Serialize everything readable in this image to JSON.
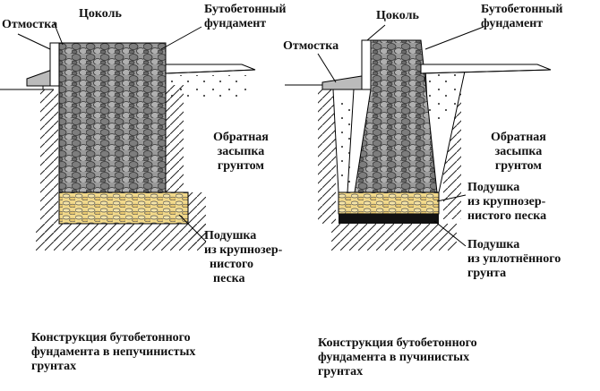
{
  "left": {
    "otmostka": "Отмостка",
    "tsokol": "Цоколь",
    "foundation": [
      "Бутобетонный",
      "фундамент"
    ],
    "backfill": [
      "Обратная",
      "засыпка",
      "грунтом"
    ],
    "sand_cushion": [
      "Подушка",
      "из крупнозер-",
      "нистого",
      "песка"
    ],
    "caption": [
      "Конструкция бутобетонного",
      "фундамента в непучинистых",
      "грунтах"
    ]
  },
  "right": {
    "tsokol": "Цоколь",
    "foundation": [
      "Бутобетонный",
      "фундамент"
    ],
    "otmostka": "Отмостка",
    "backfill": [
      "Обратная",
      "засыпка",
      "грунтом"
    ],
    "sand_cushion": [
      "Подушка",
      "из крупнозер-",
      "нистого песка"
    ],
    "soil_cushion": [
      "Подушка",
      "из уплотнённого",
      "грунта"
    ],
    "caption": [
      "Конструкция бутобетонного",
      "фундамента в пучинистых",
      "грунтах"
    ]
  },
  "colors": {
    "stone": "#8a8a8a",
    "sand": "#f2d98a",
    "compacted": "#111111"
  }
}
